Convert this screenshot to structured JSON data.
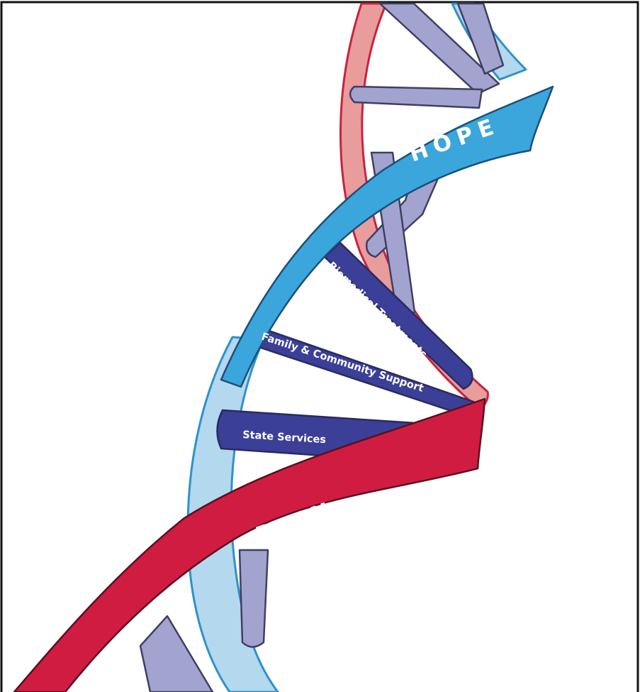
{
  "labels": {
    "hope": "HOPE",
    "pain": "PAIN",
    "biomedical": "Biomedical Treatments",
    "family": "Family & Community Support",
    "state": "State Services"
  },
  "colors": {
    "hope_strand": "#3aa6dc",
    "pain_strand": "#d11c42",
    "back_blue_strand": "#b4d8ee",
    "back_pink_strand": "#e89c9c",
    "labeled_rungs": "#3c3f98",
    "unlabeled_rungs": "#a3a3cf"
  }
}
